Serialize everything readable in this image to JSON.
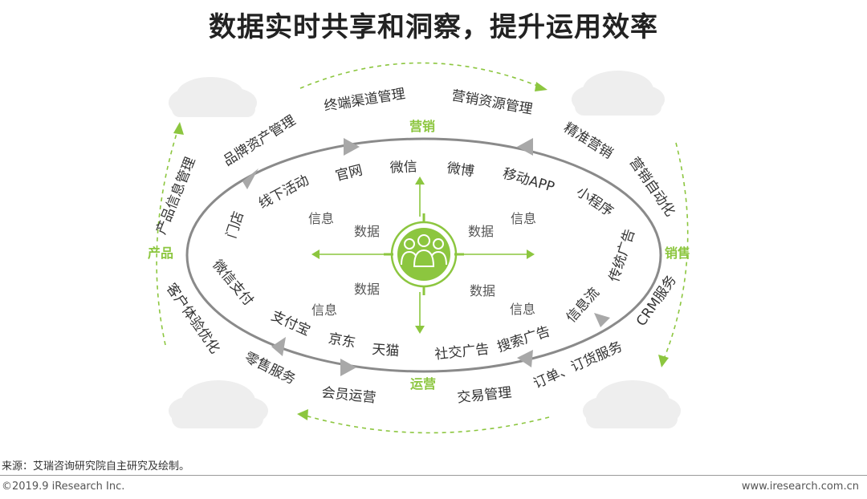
{
  "title": "数据实时共享和洞察，提升运用效率",
  "categories": {
    "top": "营销",
    "right": "销售",
    "bottom": "运营",
    "left": "产品"
  },
  "outer_labels": {
    "top_left_1": "品牌资产管理",
    "top_left_2": "终端渠道管理",
    "top_right_1": "营销资源管理",
    "top_right_2": "精准营销",
    "top_right_3": "营销自动化",
    "left_top": "产品信息管理",
    "left_bottom": "客户体验优化",
    "bottom_left": "零售服务",
    "bottom_mid_left": "会员运营",
    "bottom_mid_right": "交易管理",
    "bottom_right": "订单、订货服务",
    "right_bottom": "CRM服务"
  },
  "ring_labels": {
    "top_1": "线下活动",
    "top_2": "官网",
    "top_3": "微信",
    "top_4": "微博",
    "top_5": "移动APP",
    "top_6": "小程序",
    "left_1": "门店",
    "left_2": "微信支付",
    "right_1": "传统广告",
    "right_2": "信息流",
    "bottom_1": "支付宝",
    "bottom_2": "京东",
    "bottom_3": "天猫",
    "bottom_4": "社交广告",
    "bottom_5": "搜索广告"
  },
  "center_words": {
    "info": "信息",
    "data": "数据"
  },
  "colors": {
    "accent": "#8cc63f",
    "ellipse": "#8a8a8a",
    "arrow": "#a8a8a8",
    "cloud": "#eeeeee",
    "text": "#333333"
  },
  "center_icon": "users-group-icon",
  "source": "来源：艾瑞咨询研究院自主研究及绘制。",
  "copyright": "©2019.9 iResearch Inc.",
  "website": "www.iresearch.com.cn"
}
